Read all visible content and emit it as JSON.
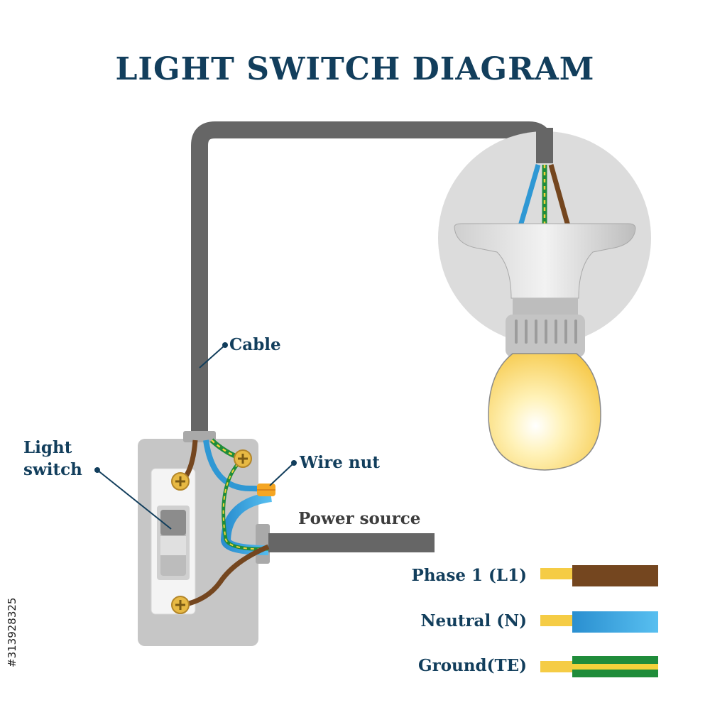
{
  "title": "LIGHT SWITCH DIAGRAM",
  "labels": {
    "cable": "Cable",
    "light_switch_line1": "Light",
    "light_switch_line2": "switch",
    "wire_nut": "Wire nut",
    "power_source": "Power source"
  },
  "legend": [
    {
      "label": "Phase 1 (L1)",
      "color": "#74461f",
      "icon": "brown-wire-icon"
    },
    {
      "label": "Neutral (N)",
      "color": "#2f98d4",
      "icon": "blue-wire-icon"
    },
    {
      "label": "Ground(TE)",
      "color": "#1f8c3a",
      "stripe": "#f3d23a",
      "icon": "green-yellow-wire-icon"
    }
  ],
  "colors": {
    "title": "#123e5c",
    "cable": "#666666",
    "bulb_glow": "#fde08a",
    "copper_tip": "#f5cc45",
    "wire_nut": "#f5a623"
  },
  "stock_id": "#313928325"
}
